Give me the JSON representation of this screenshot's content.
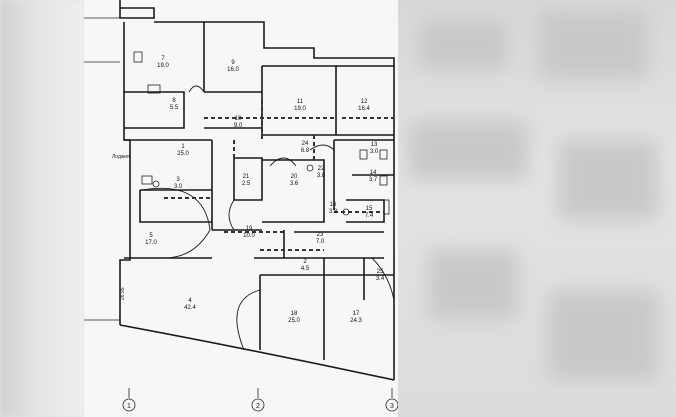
{
  "rooms": [
    {
      "num": "7",
      "area": "19.0"
    },
    {
      "num": "9",
      "area": "16.0"
    },
    {
      "num": "11",
      "area": "19.0"
    },
    {
      "num": "12",
      "area": "16.4"
    },
    {
      "num": "8",
      "area": "5.5"
    },
    {
      "num": "10",
      "area": "9.0"
    },
    {
      "num": "1",
      "area": "25.0"
    },
    {
      "num": "24",
      "area": "6.8"
    },
    {
      "num": "13",
      "area": "3.0"
    },
    {
      "num": "14",
      "area": "3.7"
    },
    {
      "num": "21",
      "area": "2.5"
    },
    {
      "num": "20",
      "area": "3.6"
    },
    {
      "num": "22",
      "area": "3.8"
    },
    {
      "num": "16",
      "area": "3.8"
    },
    {
      "num": "3",
      "area": "3.0"
    },
    {
      "num": "15",
      "area": "7.4"
    },
    {
      "num": "5",
      "area": "17.0"
    },
    {
      "num": "23",
      "area": "7.0"
    },
    {
      "num": "2",
      "area": "4.5"
    },
    {
      "num": "25",
      "area": "3.4"
    },
    {
      "num": "4",
      "area": "42.4"
    },
    {
      "num": "18",
      "area": "25.0"
    },
    {
      "num": "17",
      "area": "24.3"
    },
    {
      "num": "19",
      "area": "10.0"
    }
  ],
  "axes": {
    "left": "1",
    "middle": "2",
    "right": "3"
  },
  "labels": {
    "entrance": "Лоджия",
    "dimension": "26.95"
  }
}
